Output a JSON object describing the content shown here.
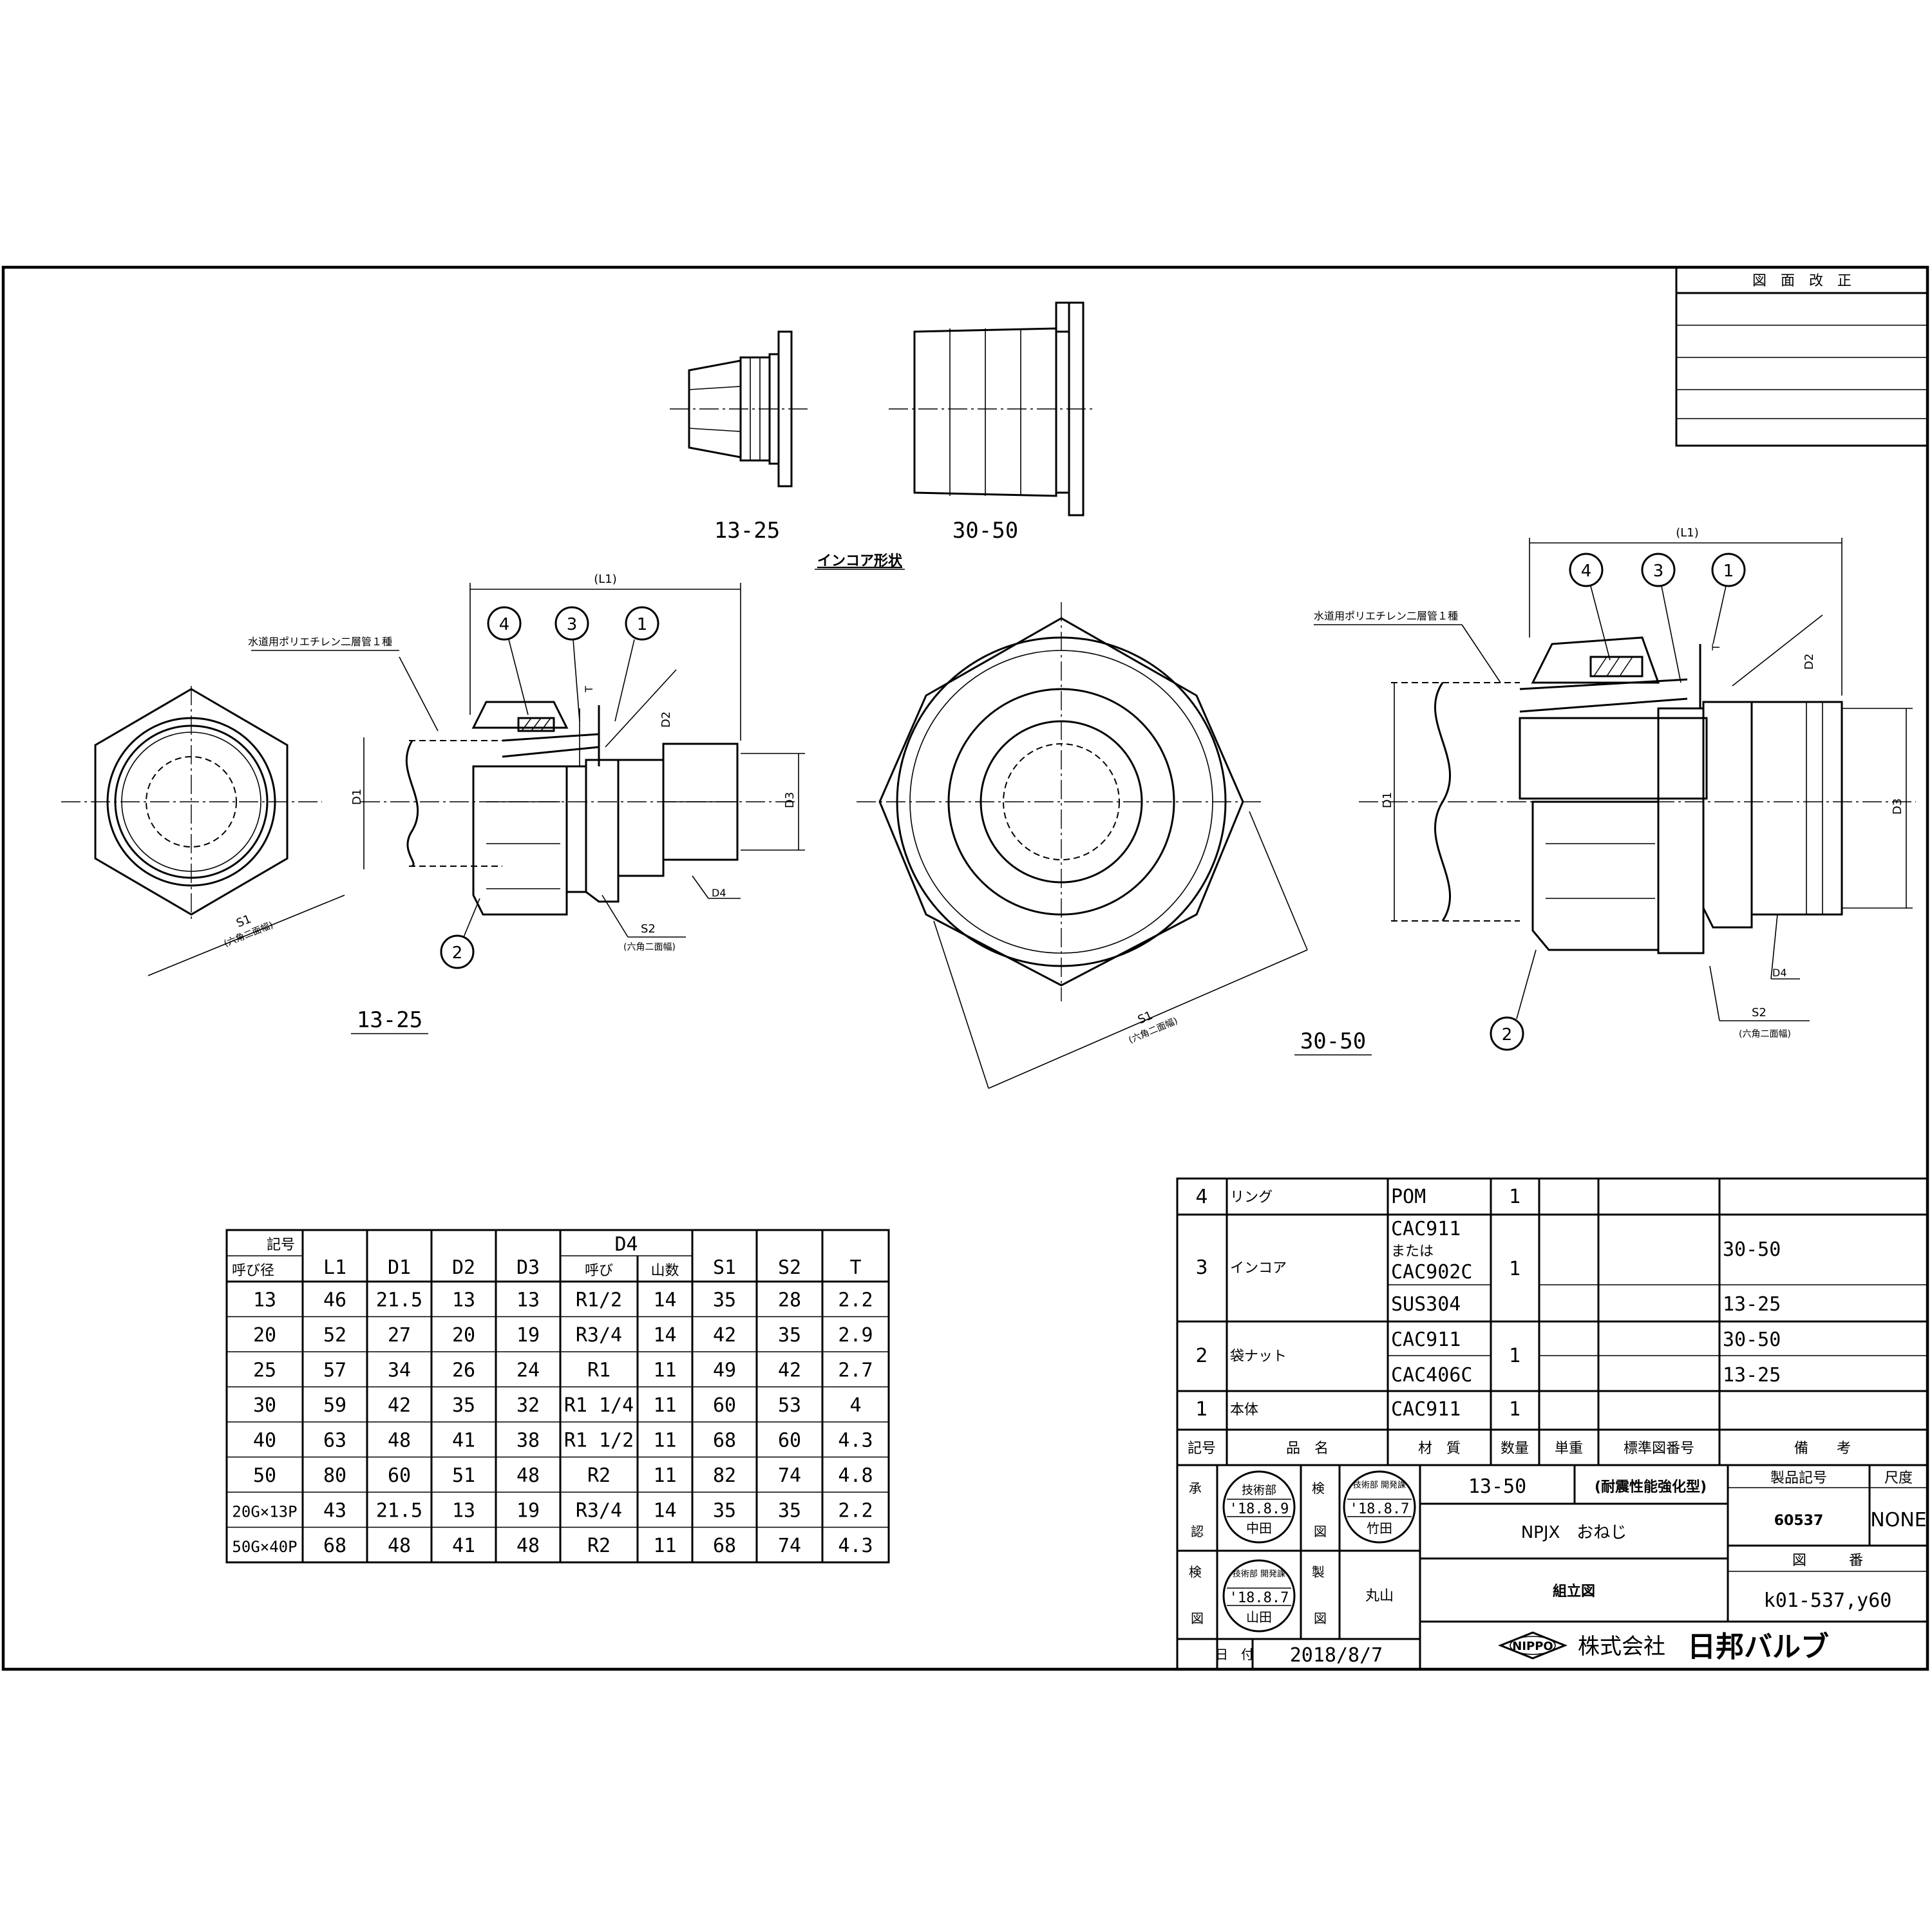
{
  "revision_block": {
    "title": "図　面　改　正"
  },
  "incore_views": {
    "small_label": "13-25",
    "large_label": "30-50",
    "caption": "インコア形状"
  },
  "view_small": {
    "label": "13-25",
    "pipe_note": "水道用ポリエチレン二層管１種",
    "dims": {
      "l1": "(L1)",
      "d1": "D1",
      "d2": "D2",
      "d3": "D3",
      "d4": "D4",
      "t": "T",
      "s1": "S1",
      "s2": "S2",
      "s1_note": "(六角二面幅)",
      "s2_note": "(六角二面幅)"
    },
    "balloons": [
      "4",
      "3",
      "1",
      "2"
    ]
  },
  "view_large": {
    "label": "30-50",
    "pipe_note": "水道用ポリエチレン二層管１種",
    "dims": {
      "l1": "(L1)",
      "d1": "D1",
      "d2": "D2",
      "d3": "D3",
      "d4": "D4",
      "t": "T",
      "s1": "S1",
      "s2": "S2",
      "s1_note": "(六角二面幅)",
      "s2_note": "(六角二面幅)"
    },
    "balloons": [
      "4",
      "3",
      "1",
      "2"
    ]
  },
  "dimension_table": {
    "corner_top": "記号",
    "corner_bottom": "呼び径",
    "headers": [
      "L1",
      "D1",
      "D2",
      "D3",
      "D4",
      "S1",
      "S2",
      "T"
    ],
    "d4_sub": [
      "呼び",
      "山数"
    ],
    "rows": [
      [
        "13",
        "46",
        "21.5",
        "13",
        "13",
        "R1/2",
        "14",
        "35",
        "28",
        "2.2"
      ],
      [
        "20",
        "52",
        "27",
        "20",
        "19",
        "R3/4",
        "14",
        "42",
        "35",
        "2.9"
      ],
      [
        "25",
        "57",
        "34",
        "26",
        "24",
        "R1",
        "11",
        "49",
        "42",
        "2.7"
      ],
      [
        "30",
        "59",
        "42",
        "35",
        "32",
        "R1 1/4",
        "11",
        "60",
        "53",
        "4"
      ],
      [
        "40",
        "63",
        "48",
        "41",
        "38",
        "R1 1/2",
        "11",
        "68",
        "60",
        "4.3"
      ],
      [
        "50",
        "80",
        "60",
        "51",
        "48",
        "R2",
        "11",
        "82",
        "74",
        "4.8"
      ],
      [
        "20G×13P",
        "43",
        "21.5",
        "13",
        "19",
        "R3/4",
        "14",
        "35",
        "35",
        "2.2"
      ],
      [
        "50G×40P",
        "68",
        "48",
        "41",
        "48",
        "R2",
        "11",
        "68",
        "74",
        "4.3"
      ]
    ]
  },
  "parts_list": {
    "headers": [
      "記号",
      "品　名",
      "材　質",
      "数量",
      "単重",
      "標準図番号",
      "備　　考"
    ],
    "rows": [
      {
        "no": "4",
        "name": "リング",
        "materials": [
          "POM"
        ],
        "qty": "1",
        "notes": [
          ""
        ]
      },
      {
        "no": "3",
        "name": "インコア",
        "materials": [
          "CAC911\nまたは\nCAC902C",
          "SUS304"
        ],
        "qty": "1",
        "notes": [
          "30-50",
          "13-25"
        ]
      },
      {
        "no": "2",
        "name": "袋ナット",
        "materials": [
          "CAC911",
          "CAC406C"
        ],
        "qty": "1",
        "notes": [
          "30-50",
          "13-25"
        ]
      },
      {
        "no": "1",
        "name": "本体",
        "materials": [
          "CAC911"
        ],
        "qty": "1",
        "notes": [
          ""
        ]
      }
    ]
  },
  "title_block": {
    "approve_label": "承認",
    "check_label": "検図",
    "inspect_label": "検図",
    "draw_label": "製図",
    "date_label": "日　付",
    "date": "2018/8/7",
    "stamps": [
      {
        "dept": "技術部",
        "date": "'18.8.9",
        "name": "中田"
      },
      {
        "dept": "技術部\n開発課",
        "date": "'18.8.7",
        "name": "竹田"
      },
      {
        "dept": "技術部\n開発課",
        "date": "'18.8.7",
        "name": "山田"
      }
    ],
    "drafter": "丸山",
    "size_range": "13-50",
    "variant": "(耐震性能強化型)",
    "product_name": "NPJX　おねじ",
    "drawing_type": "組立図",
    "product_code_label": "製品記号",
    "product_code": "60537",
    "scale_label": "尺度",
    "scale": "NONE",
    "drawing_no_label": "図　　　番",
    "drawing_no": "k01-537,y60",
    "company_logo": "NIPPO",
    "company_name": "株式会社",
    "company_brand": "日邦バルブ"
  }
}
